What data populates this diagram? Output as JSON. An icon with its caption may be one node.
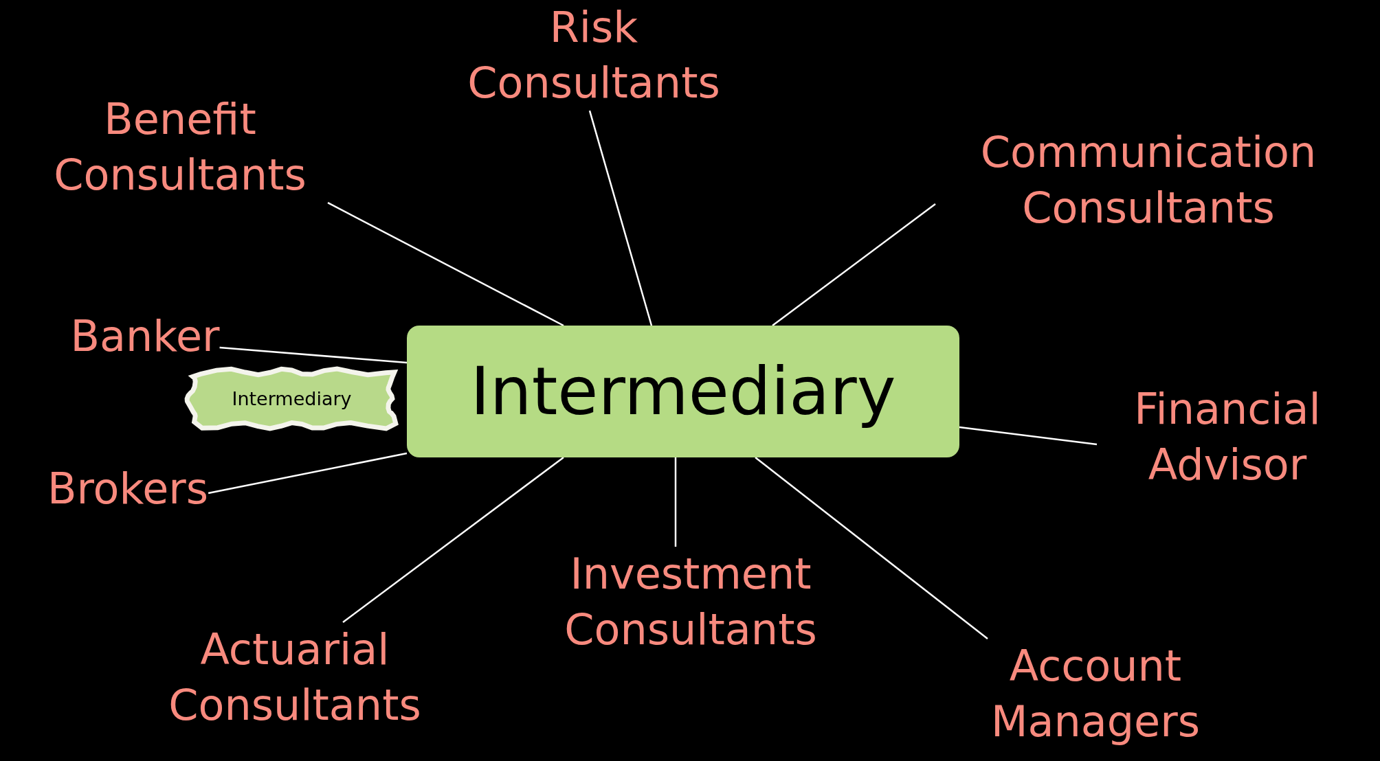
{
  "diagram": {
    "nodes": [
      {
        "text": [
          "Intermediary"
        ]
      },
      {
        "text": [
          "Risk Consultants"
        ]
      },
      {
        "text": [
          "Benefit Consultants"
        ]
      },
      {
        "text": [
          "Communication Consultants"
        ]
      },
      {
        "text": [
          "Banker"
        ]
      },
      {
        "text": [
          "Intermediary"
        ]
      },
      {
        "text": [
          "Financial Advisor"
        ]
      },
      {
        "text": [
          "Brokers"
        ]
      },
      {
        "text": [
          "Actuarial Consultants"
        ]
      },
      {
        "text": [
          "Investment Consultants"
        ]
      },
      {
        "text": [
          "Account Managers"
        ]
      }
    ],
    "edges": [
      {
        "from": 0,
        "to": 1,
        "arrow": "none"
      },
      {
        "from": 0,
        "to": 2,
        "arrow": "none"
      },
      {
        "from": 0,
        "to": 3,
        "arrow": "none"
      },
      {
        "from": 0,
        "to": 4,
        "arrow": "none"
      },
      {
        "from": 0,
        "to": 6,
        "arrow": "none"
      },
      {
        "from": 0,
        "to": 7,
        "arrow": "none"
      },
      {
        "from": 0,
        "to": 8,
        "arrow": "none"
      },
      {
        "from": 0,
        "to": 9,
        "arrow": "none"
      },
      {
        "from": 0,
        "to": 10,
        "arrow": "none"
      }
    ]
  }
}
